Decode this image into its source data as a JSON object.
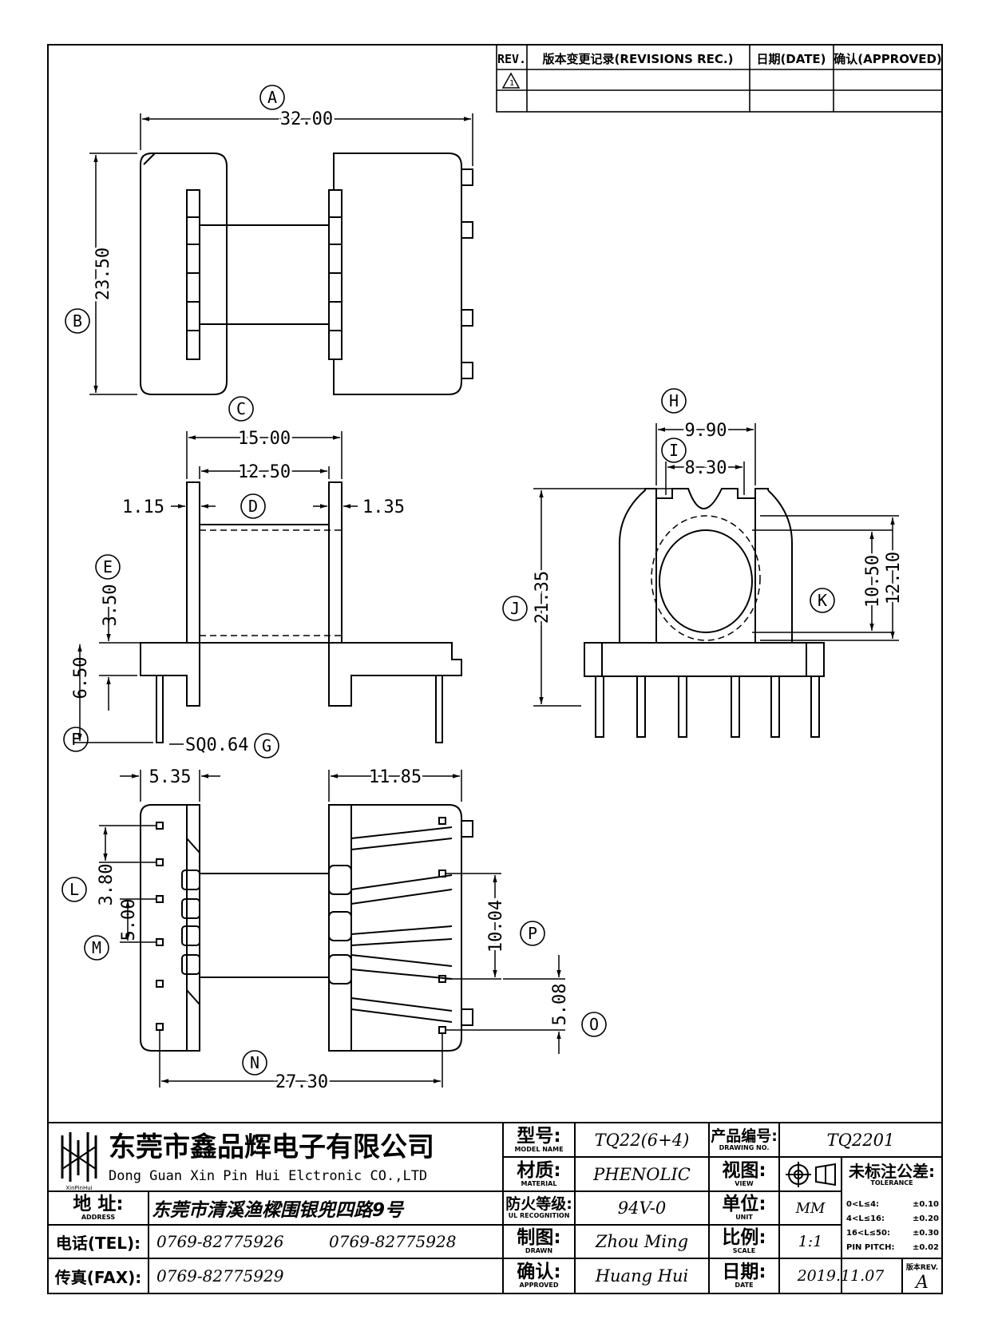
{
  "revision_table": {
    "col_rev": "REV.",
    "col_record": "版本变更记录(REVISIONS REC.)",
    "col_date": "日期(DATE)",
    "col_approved": "确认(APPROVED)",
    "row1_rev": "1"
  },
  "dimensions": {
    "A": {
      "tag": "A",
      "value": "32.00"
    },
    "B": {
      "tag": "B",
      "value": "23.50"
    },
    "C": {
      "tag": "C",
      "value": "15.00"
    },
    "C2": {
      "value": "12.50"
    },
    "D": {
      "tag": "D",
      "left": "1.15",
      "right": "1.35"
    },
    "E": {
      "tag": "E",
      "value": "3.50"
    },
    "F": {
      "tag": "F",
      "value": "6.50"
    },
    "G": {
      "tag": "G",
      "value": "SQ0.64"
    },
    "H": {
      "tag": "H",
      "value": "9.90"
    },
    "I": {
      "tag": "I",
      "value": "8.30"
    },
    "J": {
      "tag": "J",
      "value": "21.35"
    },
    "K": {
      "tag": "K",
      "value_inner": "10.50",
      "value_outer": "12.10"
    },
    "bottom_left_width": {
      "value": "5.35"
    },
    "bottom_right_width": {
      "value": "11.85"
    },
    "L": {
      "tag": "L",
      "value": "3.80"
    },
    "M": {
      "tag": "M",
      "value": "5.00"
    },
    "N": {
      "tag": "N",
      "value": "27.30"
    },
    "P": {
      "tag": "P",
      "value": "10.04"
    },
    "O": {
      "tag": "O",
      "value": "5.08"
    }
  },
  "title_block": {
    "logo_text": "XinPinHui",
    "company_cn": "东莞市鑫品辉电子有限公司",
    "company_en": "Dong Guan Xin Pin Hui Elctronic CO.,LTD",
    "address_label": {
      "zh": "地  址:",
      "en": "ADDRESS"
    },
    "address_value": "东莞市清溪渔樑围银兜四路9号",
    "tel_label": "电话(TEL):",
    "tel_values": [
      "0769-82775926",
      "0769-82775928"
    ],
    "fax_label": "传真(FAX):",
    "fax_value": "0769-82775929",
    "model": {
      "zh": "型号:",
      "en": "MODEL NAME",
      "value": "TQ22(6+4)"
    },
    "material": {
      "zh": "材质:",
      "en": "MATERIAL",
      "value": "PHENOLIC"
    },
    "recognition": {
      "zh": "防火等级:",
      "en": "UL RECOGNITION",
      "value": "94V-0"
    },
    "drawn": {
      "zh": "制图:",
      "en": "DRAWN",
      "value": "Zhou Ming"
    },
    "approved": {
      "zh": "确认:",
      "en": "APPROVED",
      "value": "Huang Hui"
    },
    "drawing_no": {
      "zh": "产品编号:",
      "en": "DRAWING NO.",
      "value": "TQ2201"
    },
    "view": {
      "zh": "视图:",
      "en": "VIEW"
    },
    "unit": {
      "zh": "单位:",
      "en": "UNIT",
      "value": "MM"
    },
    "scale": {
      "zh": "比例:",
      "en": "SCALE",
      "value": "1:1"
    },
    "date": {
      "zh": "日期:",
      "en": "DATE",
      "value": "2019.11.07"
    },
    "tolerance": {
      "zh": "未标注公差:",
      "en": "TOLERANCE",
      "rows": [
        {
          "range": "0<L≤4:",
          "value": "±0.10"
        },
        {
          "range": "4<L≤16:",
          "value": "±0.20"
        },
        {
          "range": "16<L≤50:",
          "value": "±0.30"
        },
        {
          "range": "PIN PITCH:",
          "value": "±0.02"
        }
      ]
    },
    "version_label": "版本REV.",
    "version_value": "A"
  }
}
